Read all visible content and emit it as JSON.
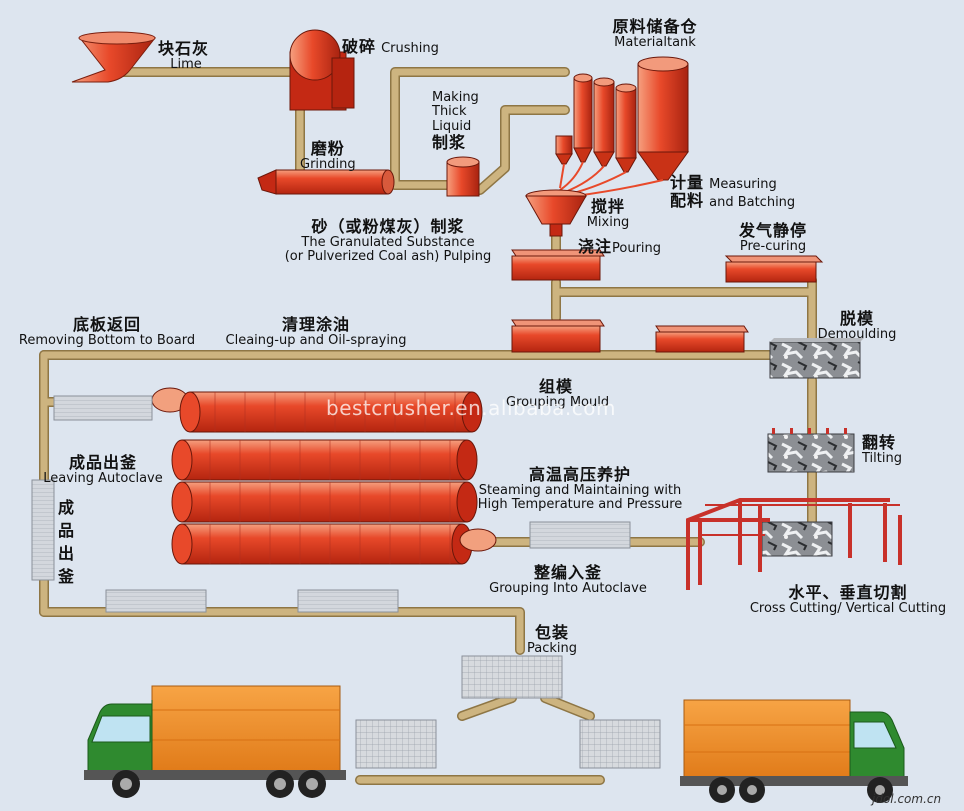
{
  "steps": {
    "lime": {
      "zh": "块石灰",
      "en": "Lime"
    },
    "crushing": {
      "zh": "破碎",
      "en": "Crushing"
    },
    "grinding": {
      "zh": "磨粉",
      "en": "Grinding"
    },
    "thick_liquid": {
      "en1": "Making",
      "en2": "Thick",
      "en3": "Liquid",
      "zh": "制浆"
    },
    "material_tank": {
      "zh": "原料储备仓",
      "en": "Materialtank"
    },
    "measuring": {
      "zh1": "计量",
      "zh2": "配料",
      "en1": "Measuring",
      "en2": "and Batching"
    },
    "pulping": {
      "zh": "砂（或粉煤灰）制浆",
      "en1": "The Granulated Substance",
      "en2": "(or Pulverized Coal ash) Pulping"
    },
    "mixing": {
      "zh": "搅拌",
      "en": "Mixing"
    },
    "pouring": {
      "zh": "浇注",
      "en": "Pouring"
    },
    "precuring": {
      "zh": "发气静停",
      "en": "Pre-curing"
    },
    "demoulding": {
      "zh": "脱模",
      "en": "Demoulding"
    },
    "removing_bottom": {
      "zh": "底板返回",
      "en": "Removing Bottom to Board"
    },
    "cleaning": {
      "zh": "清理涂油",
      "en": "Cleaing-up and Oil-spraying"
    },
    "grouping_mould": {
      "zh": "组模",
      "en": "Grouping Mould"
    },
    "tilting": {
      "zh": "翻转",
      "en": "Tilting"
    },
    "leaving_autoclave": {
      "zh": "成品出釜",
      "en": "Leaving Autoclave"
    },
    "leaving_autoclave_vertical": [
      "成",
      "品",
      "出",
      "釜"
    ],
    "steaming": {
      "zh": "高温高压养护",
      "en1": "Steaming and Maintaining with",
      "en2": "High Temperature and Pressure"
    },
    "cutting": {
      "zh": "水平、垂直切割",
      "en": "Cross Cutting/ Vertical Cutting"
    },
    "grouping_autoclave": {
      "zh": "整编入釜",
      "en": "Grouping Into Autoclave"
    },
    "packing": {
      "zh": "包装",
      "en": "Packing"
    }
  },
  "watermark": "bestcrusher.en.alibaba.com",
  "source_credit": "jdol.com.cn",
  "colors": {
    "pipe": "#c9b07a",
    "pipe_edge": "#8e7645",
    "equipment_red": "#e03a1e",
    "autoclave_red": "#e2391f",
    "truck_orange": "#f08a24",
    "truck_cab": "#2f8a2f",
    "rack_red": "#c8312a",
    "block_gray": "#c9cdd3"
  }
}
